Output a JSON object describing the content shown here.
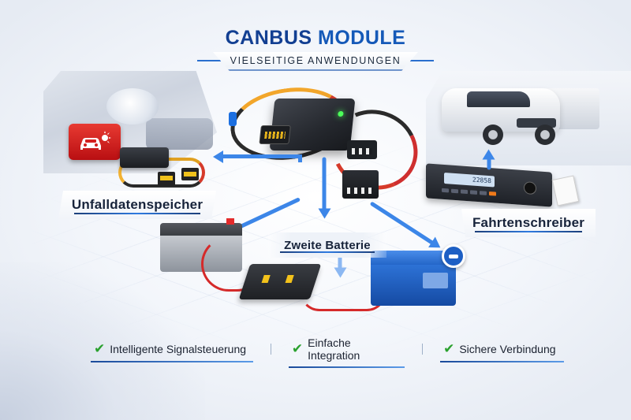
{
  "header": {
    "title_part1": "CANBUS",
    "title_part2": "MODULE",
    "subtitle": "VIELSEITIGE ANWENDUNGEN"
  },
  "applications": [
    {
      "id": "unfalldatenspeicher",
      "label": "Unfalldatenspeicher",
      "icon": "car-crash-icon"
    },
    {
      "id": "zweite-batterie",
      "label": "Zweite Batterie",
      "icon": "battery-icon"
    },
    {
      "id": "fahrtenschreiber",
      "label": "Fahrtenschreiber",
      "icon": "tachograph-icon"
    }
  ],
  "center_device": {
    "name": "CANBUS Module",
    "led_color": "#4cff5a"
  },
  "tachograph": {
    "display_value": "22858"
  },
  "features": [
    {
      "label": "Intelligente Signalsteuerung",
      "icon": "check-icon"
    },
    {
      "label": "Einfache Integration",
      "icon": "check-icon"
    },
    {
      "label": "Sichere Verbindung",
      "icon": "check-icon"
    }
  ],
  "colors": {
    "title_blue": "#123f92",
    "accent_blue": "#3c86e8",
    "check_green": "#2aa12e",
    "label_text": "#17233a",
    "crash_red": "#d3201f",
    "battery_blue": "#2466c8"
  }
}
